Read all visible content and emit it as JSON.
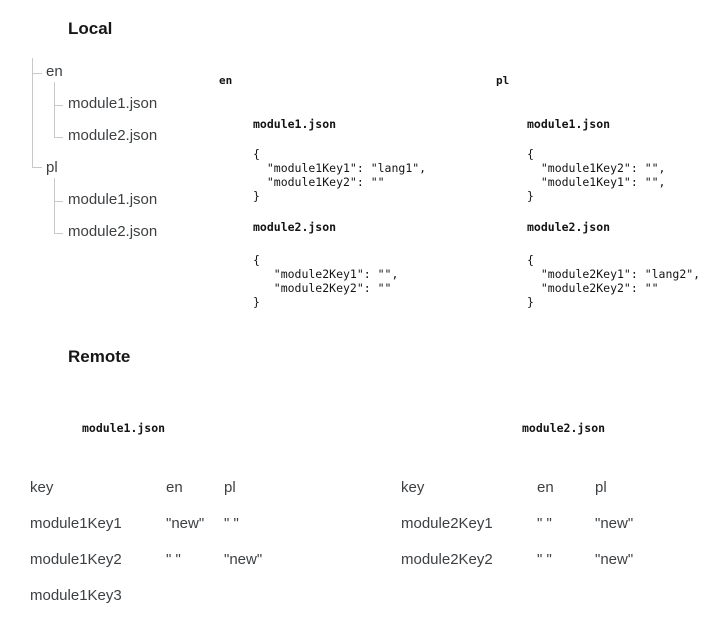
{
  "colors": {
    "background": "#ffffff",
    "heading_text": "#161616",
    "body_text": "#3d4043",
    "code_text": "#141414",
    "tree_line": "#c7c9c7"
  },
  "local": {
    "title": "Local",
    "tree": {
      "en_label": "en",
      "pl_label": "pl",
      "en_children": [
        "module1.json",
        "module2.json"
      ],
      "pl_children": [
        "module1.json",
        "module2.json"
      ]
    },
    "columns": [
      {
        "lang": "en",
        "files": [
          {
            "name": "module1.json",
            "code": "{\n  \"module1Key1\": \"lang1\",\n  \"module1Key2\": \"\"\n}"
          },
          {
            "name": "module2.json",
            "code": "{\n   \"module2Key1\": \"\",\n   \"module2Key2\": \"\"\n}"
          }
        ]
      },
      {
        "lang": "pl",
        "files": [
          {
            "name": "module1.json",
            "code": "{\n  \"module1Key2\": \"\",\n  \"module1Key1\": \"\",\n}"
          },
          {
            "name": "module2.json",
            "code": "{\n  \"module2Key1\": \"lang2\",\n  \"module2Key2\": \"\"\n}"
          }
        ]
      }
    ]
  },
  "remote": {
    "title": "Remote",
    "tables": [
      {
        "filename": "module1.json",
        "headers": [
          "key",
          "en",
          "pl"
        ],
        "rows": [
          [
            "module1Key1",
            "\"new\"",
            "\" \""
          ],
          [
            "module1Key2",
            "\" \"",
            "\"new\""
          ],
          [
            "module1Key3",
            "",
            ""
          ]
        ]
      },
      {
        "filename": "module2.json",
        "headers": [
          "key",
          "en",
          "pl"
        ],
        "rows": [
          [
            "module2Key1",
            "\" \"",
            "\"new\""
          ],
          [
            "module2Key2",
            "\" \"",
            "\"new\""
          ]
        ]
      }
    ]
  }
}
